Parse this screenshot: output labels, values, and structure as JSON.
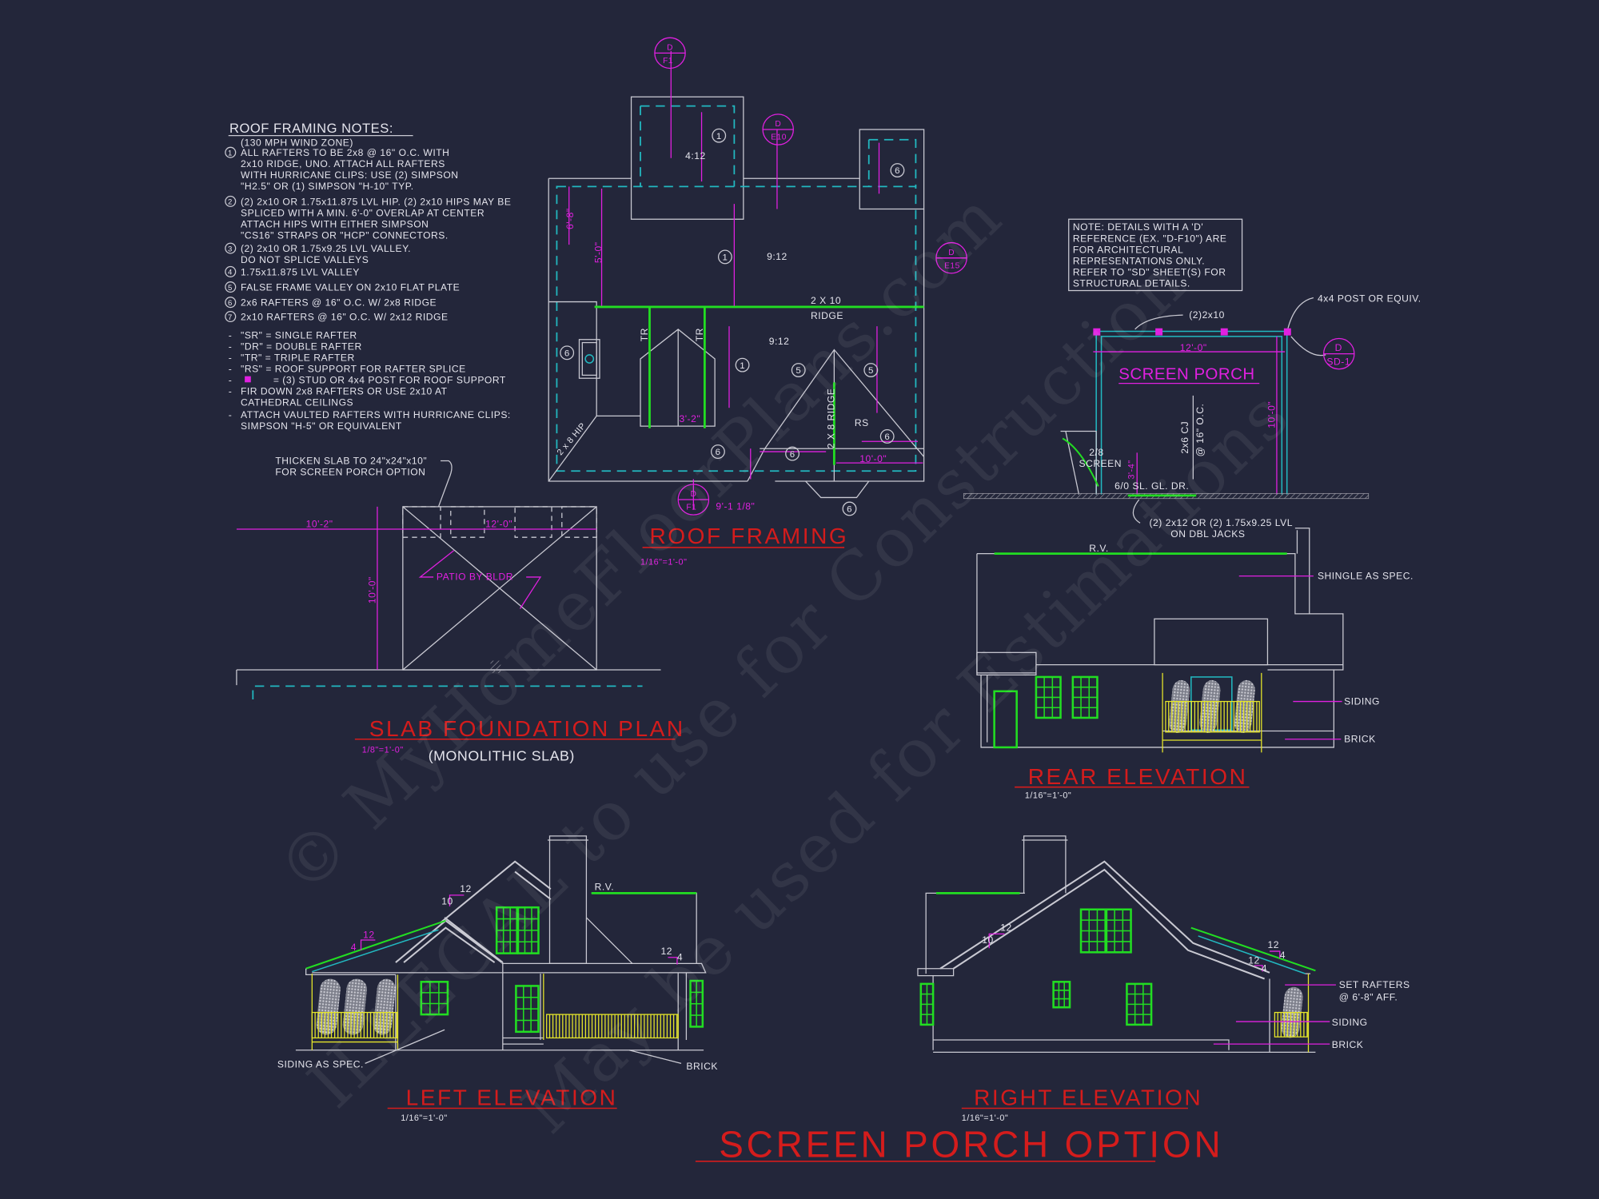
{
  "colors": {
    "background": "#23263a",
    "linework": "#c9c9d2",
    "dimensions": "#e020e0",
    "titles": "#d41c1c",
    "ridge": "#22dd22",
    "hidden": "#22b8c0",
    "railing": "#e6e62a"
  },
  "sheet": {
    "title": "SCREEN PORCH OPTION"
  },
  "watermark": [
    "© MyHomeFloorPlans.com",
    "ILLEGAL to use for Construction",
    "May be used for Estimations"
  ],
  "roof_notes": {
    "title": "ROOF FRAMING NOTES:",
    "wind_zone": "(130 MPH WIND ZONE)",
    "items": [
      {
        "num": "1",
        "lines": [
          "ALL RAFTERS TO BE 2x8 @ 16\" O.C. WITH",
          "2x10 RIDGE, UNO. ATTACH ALL RAFTERS",
          "WITH HURRICANE CLIPS:  USE (2) SIMPSON",
          "\"H2.5\" OR (1) SIMPSON \"H-10\" TYP."
        ]
      },
      {
        "num": "2",
        "lines": [
          "(2) 2x10 OR 1.75x11.875 LVL HIP. (2) 2x10 HIPS MAY BE",
          "SPLICED WITH A MIN. 6'-0\" OVERLAP AT CENTER",
          "ATTACH HIPS WITH EITHER SIMPSON",
          "\"CS16\" STRAPS OR \"HCP\" CONNECTORS."
        ]
      },
      {
        "num": "3",
        "lines": [
          "(2) 2x10 OR 1.75x9.25 LVL VALLEY.",
          "DO NOT SPLICE VALLEYS"
        ]
      },
      {
        "num": "4",
        "lines": [
          "1.75x11.875 LVL VALLEY"
        ]
      },
      {
        "num": "5",
        "lines": [
          "FALSE FRAME VALLEY ON 2x10 FLAT PLATE"
        ]
      },
      {
        "num": "6",
        "lines": [
          "2x6 RAFTERS @ 16\" O.C. W/ 2x8 RIDGE"
        ]
      },
      {
        "num": "7",
        "lines": [
          "2x10 RAFTERS @ 16\" O.C. W/ 2x12 RIDGE"
        ]
      }
    ],
    "legend": [
      "\"SR\" = SINGLE RAFTER",
      "\"DR\" = DOUBLE RAFTER",
      "\"TR\" = TRIPLE RAFTER",
      "\"RS\" = ROOF SUPPORT FOR RAFTER SPLICE",
      "= (3) STUD OR 4x4 POST FOR ROOF SUPPORT",
      "FIR DOWN 2x8 RAFTERS OR USE 2x10 AT",
      "CATHEDRAL CEILINGS",
      "ATTACH VAULTED RAFTERS WITH HURRICANE CLIPS:",
      "SIMPSON \"H-5\" OR EQUIVALENT"
    ]
  },
  "slab_plan": {
    "note": [
      "THICKEN SLAB TO 24\"x24\"x10\"",
      "FOR SCREEN PORCH OPTION"
    ],
    "dim_left": "10'-2\"",
    "dim_width": "12'-0\"",
    "dim_depth": "10'-0\"",
    "patio_label": "PATIO BY BLDR",
    "title": "SLAB FOUNDATION PLAN",
    "scale": "1/8\"=1'-0\"",
    "subtitle": "(MONOLITHIC SLAB)"
  },
  "roof_plan": {
    "title": "ROOF FRAMING",
    "scale": "1/16\"=1'-0\"",
    "pitch_dormer": "4:12",
    "pitch_rear": "9:12",
    "pitch_front": "9:12",
    "ridge_size": "2 X 10",
    "ridge_label": "RIDGE",
    "tr": "TR",
    "ridge_2x8": "2 X 8 RIDGE",
    "rs": "RS",
    "hip": "2 x 8 HIP",
    "dims": {
      "a": "6'-8\"",
      "b": "5'-0\"",
      "c": "3'-2\"",
      "d": "10'-0\"",
      "e": "9'-1 1/8\""
    },
    "callouts": [
      "1",
      "1",
      "1",
      "6",
      "6",
      "5",
      "5",
      "6",
      "6",
      "6",
      "6"
    ],
    "detail_refs": [
      {
        "top": "D",
        "bottom": "F1"
      },
      {
        "top": "D",
        "bottom": "E10"
      },
      {
        "top": "D",
        "bottom": "E15"
      },
      {
        "top": "D",
        "bottom": "F1"
      }
    ]
  },
  "porch_note": {
    "lines": [
      "NOTE: DETAILS WITH A 'D'",
      "REFERENCE (EX. \"D-F10\") ARE",
      "FOR ARCHITECTURAL",
      "REPRESENTATIONS ONLY.",
      "REFER TO \"SD\" SHEET(S) FOR",
      "STRUCTURAL DETAILS."
    ]
  },
  "screen_porch_plan": {
    "title": "SCREEN PORCH",
    "beam": "(2)2x10",
    "post": "4x4 POST OR EQUIV.",
    "detail_ref": {
      "top": "D",
      "bottom": "SD-1"
    },
    "dim_width": "12'-0\"",
    "dim_depth": "10'-0\"",
    "joists_1": "2x6 CJ",
    "joists_2": "@ 16\" O.C.",
    "door_1": "2/8",
    "door_2": "SCREEN",
    "door_dim": "3'-4\"",
    "slider": "6/0 SL. GL. DR.",
    "header": [
      "(2) 2x12 OR (2) 1.75x9.25 LVL",
      "ON DBL JACKS"
    ]
  },
  "rear_elevation": {
    "title": "REAR ELEVATION",
    "scale": "1/16\"=1'-0\"",
    "rv": "R.V.",
    "shingle": "SHINGLE AS SPEC.",
    "siding": "SIDING",
    "brick": "BRICK"
  },
  "left_elevation": {
    "title": "LEFT ELEVATION",
    "scale": "1/16\"=1'-0\"",
    "rv": "R.V.",
    "pitch_main": [
      "12",
      "10"
    ],
    "pitch_porch": [
      "12",
      "4"
    ],
    "pitch_right": [
      "12",
      "4"
    ],
    "siding": "SIDING AS SPEC.",
    "brick": "BRICK"
  },
  "right_elevation": {
    "title": "RIGHT ELEVATION",
    "scale": "1/16\"=1'-0\"",
    "pitch_main": [
      "12",
      "10"
    ],
    "pitch_porch_a": [
      "12",
      "4"
    ],
    "pitch_porch_b": [
      "12",
      "4"
    ],
    "rafters": [
      "SET RAFTERS",
      "@ 6'-8\" AFF."
    ],
    "siding": "SIDING",
    "brick": "BRICK"
  }
}
